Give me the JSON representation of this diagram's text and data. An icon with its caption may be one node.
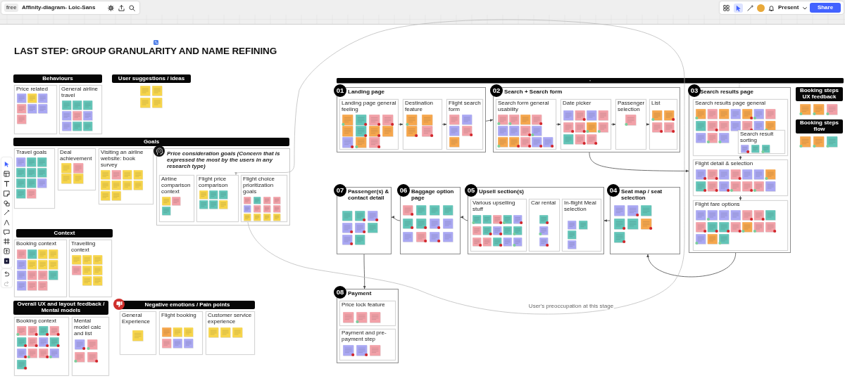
{
  "diagram": {
    "title": "LAST STEP: GROUP GRANULARITY AND NAME REFINING",
    "nodes": [
      {
        "text": [
          "Behaviours"
        ]
      },
      {
        "text": [
          "Price related"
        ]
      },
      {
        "text": [
          "General airline travel"
        ]
      },
      {
        "text": [
          "User suggestions / ideas"
        ]
      },
      {
        "text": [
          "Goals"
        ]
      },
      {
        "text": [
          "Travel goals"
        ]
      },
      {
        "text": [
          "Deal achievement"
        ]
      },
      {
        "text": [
          "Visiting an airline website: book survey"
        ]
      },
      {
        "text": [
          "Price consideration goals (Concern that is expressed the most by the users in any research type)"
        ]
      },
      {
        "text": [
          "Airline comparison context"
        ],
        "in": 8
      },
      {
        "text": [
          "Flight price comparison"
        ],
        "in": 8
      },
      {
        "text": [
          "Flight choice prioritization goals"
        ],
        "in": 8
      },
      {
        "text": [
          "Context"
        ]
      },
      {
        "text": [
          "Booking context"
        ]
      },
      {
        "text": [
          "Travelling context"
        ]
      },
      {
        "text": [
          "Overall UX and layout feedback / Mental models"
        ]
      },
      {
        "text": [
          "Booking context"
        ]
      },
      {
        "text": [
          "Mental model calc and list"
        ]
      },
      {
        "text": [
          "Negative emotions / Pain points"
        ]
      },
      {
        "text": [
          "General Experience"
        ]
      },
      {
        "text": [
          "Flight booking"
        ]
      },
      {
        "text": [
          "Customer service experience"
        ]
      },
      {
        "text": [
          "01",
          "Landing page"
        ]
      },
      {
        "text": [
          "Landing page general feeling"
        ],
        "in": 22
      },
      {
        "text": [
          "Destination feature"
        ],
        "in": 22
      },
      {
        "text": [
          "Flight search form"
        ],
        "in": 22
      },
      {
        "text": [
          "02",
          "Search + Search form"
        ]
      },
      {
        "text": [
          "Search form general usability"
        ],
        "in": 26
      },
      {
        "text": [
          "Date picker"
        ],
        "in": 26
      },
      {
        "text": [
          "Passenger selection"
        ],
        "in": 26
      },
      {
        "text": [
          "List"
        ],
        "in": 26
      },
      {
        "text": [
          "03",
          "Search results page"
        ]
      },
      {
        "text": [
          "Search results page general"
        ],
        "in": 31
      },
      {
        "text": [
          "Search result sorting"
        ],
        "in": 32
      },
      {
        "text": [
          "Flight detail & selection"
        ],
        "in": 31
      },
      {
        "text": [
          "Flight fare options"
        ],
        "in": 31
      },
      {
        "text": [
          "04",
          "Seat map / seat selection"
        ]
      },
      {
        "text": [
          "05",
          "Upsell section(s)"
        ]
      },
      {
        "text": [
          "Various upselling stuff"
        ],
        "in": 37
      },
      {
        "text": [
          "Car rental"
        ],
        "in": 37
      },
      {
        "text": [
          "In-flight Meal selection"
        ],
        "in": 37
      },
      {
        "text": [
          "06",
          "Baggage option page"
        ]
      },
      {
        "text": [
          "07",
          "Passenger(s) & contact detail"
        ]
      },
      {
        "text": [
          "08",
          "Payment"
        ]
      },
      {
        "text": [
          "Price lock feature"
        ],
        "in": 43
      },
      {
        "text": [
          "Payment and pre-payment step"
        ],
        "in": 43
      },
      {
        "text": [
          "Booking steps UX feedback"
        ]
      },
      {
        "text": [
          "Booking steps flow"
        ]
      }
    ],
    "edges": [
      {
        "from": 23,
        "to": 24,
        "arrow": "to"
      },
      {
        "from": 24,
        "to": 25,
        "arrow": "to"
      },
      {
        "from": 22,
        "to": 26,
        "arrow": "to"
      },
      {
        "from": 27,
        "to": 28,
        "arrow": "to"
      },
      {
        "from": 28,
        "to": 29,
        "arrow": "to"
      },
      {
        "from": 29,
        "to": 30,
        "arrow": "to"
      },
      {
        "from": 26,
        "to": 31,
        "arrow": "to"
      },
      {
        "from": 32,
        "to": 34,
        "arrow": "to"
      },
      {
        "from": 34,
        "to": 35,
        "arrow": "to"
      },
      {
        "from": 31,
        "to": 36,
        "arrow": "to"
      },
      {
        "from": 36,
        "to": 37,
        "arrow": "to"
      },
      {
        "from": 37,
        "to": 41,
        "arrow": "to"
      },
      {
        "from": 41,
        "to": 42,
        "arrow": "to"
      },
      {
        "from": 42,
        "to": 43,
        "arrow": "to"
      },
      {
        "from": 11,
        "to": 10,
        "arrow": "to",
        "label": "User's preoccupation at this stage",
        "color": "#b3b3b3"
      }
    ],
    "labels": [
      "free",
      "Affinity-diagram- Loic-Sans",
      "Present",
      "Share"
    ]
  }
}
